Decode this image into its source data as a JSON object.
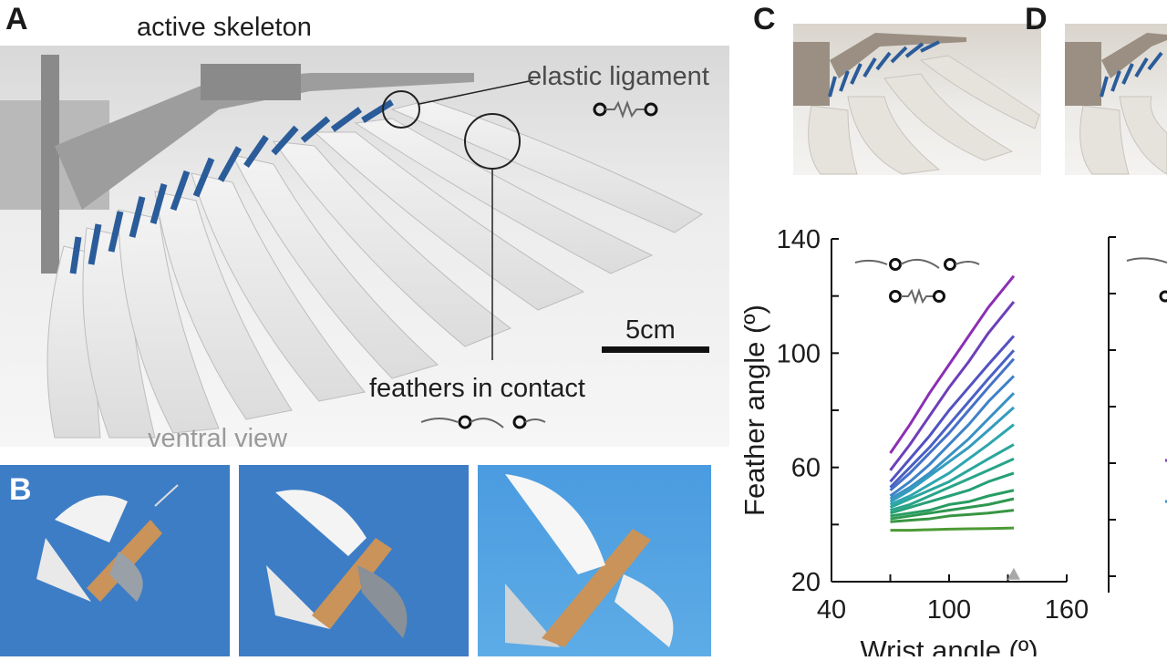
{
  "figure": {
    "panel_a": {
      "letter": "A",
      "labels": {
        "active_skeleton": "active skeleton",
        "elastic_ligament": "elastic ligament",
        "scale_bar": "5cm",
        "feathers_in_contact": "feathers in contact",
        "ventral_view": "ventral view"
      }
    },
    "panel_b": {
      "letter": "B",
      "photos": 3
    },
    "panel_c": {
      "letter": "C"
    },
    "panel_d": {
      "letter": "D"
    },
    "colors": {
      "feather_blue": "#2b5c9a",
      "sky_dark": "#3d7dc6",
      "sky_light": "#5eace6",
      "balsa": "#c9935a"
    }
  },
  "chart_data": [
    {
      "type": "line",
      "title": "",
      "xlabel": "Wrist angle (º)",
      "ylabel": "Feather angle (º)",
      "xlim": [
        40,
        160
      ],
      "ylim": [
        20,
        140
      ],
      "x_ticks": [
        "40",
        "100",
        "160"
      ],
      "y_ticks": [
        "20",
        "60",
        "100",
        "140"
      ],
      "x": [
        70,
        80,
        90,
        100,
        110,
        120,
        133
      ],
      "series": [
        {
          "color": "#8c2fb4",
          "values": [
            65,
            75,
            86,
            96,
            106,
            116,
            127
          ]
        },
        {
          "color": "#6d3fb8",
          "values": [
            59,
            68,
            78,
            88,
            97,
            107,
            118
          ]
        },
        {
          "color": "#5352c0",
          "values": [
            55,
            63,
            71,
            80,
            88,
            96,
            106
          ]
        },
        {
          "color": "#4a61c4",
          "values": [
            53,
            60,
            67,
            75,
            83,
            91,
            101
          ]
        },
        {
          "color": "#4571c8",
          "values": [
            52,
            58,
            65,
            72,
            80,
            88,
            98
          ]
        },
        {
          "color": "#3f82c8",
          "values": [
            50,
            55,
            61,
            68,
            75,
            83,
            92
          ]
        },
        {
          "color": "#3a91c4",
          "values": [
            49,
            53,
            58,
            64,
            70,
            77,
            86
          ]
        },
        {
          "color": "#349cbd",
          "values": [
            48,
            52,
            57,
            62,
            67,
            73,
            81
          ]
        },
        {
          "color": "#2ea6b0",
          "values": [
            47,
            50,
            54,
            58,
            63,
            68,
            75
          ]
        },
        {
          "color": "#2aa69d",
          "values": [
            46,
            49,
            52,
            55,
            59,
            63,
            68
          ]
        },
        {
          "color": "#27a489",
          "values": [
            45,
            47,
            50,
            53,
            56,
            59,
            63
          ]
        },
        {
          "color": "#26a076",
          "values": [
            44,
            46,
            48,
            50,
            52,
            55,
            58
          ]
        },
        {
          "color": "#289c62",
          "values": [
            43,
            44,
            45,
            47,
            48,
            50,
            52
          ]
        },
        {
          "color": "#2e9850",
          "values": [
            42,
            43,
            44,
            45,
            46,
            47,
            49
          ]
        },
        {
          "color": "#389642",
          "values": [
            41,
            41.5,
            42,
            43,
            43.5,
            44,
            45
          ]
        },
        {
          "color": "#4c9a34",
          "values": [
            38,
            38,
            38.2,
            38.4,
            38.5,
            38.6,
            38.8
          ]
        }
      ],
      "marker": {
        "x": 133,
        "y": 22,
        "color": "#a8a8a8"
      }
    }
  ]
}
